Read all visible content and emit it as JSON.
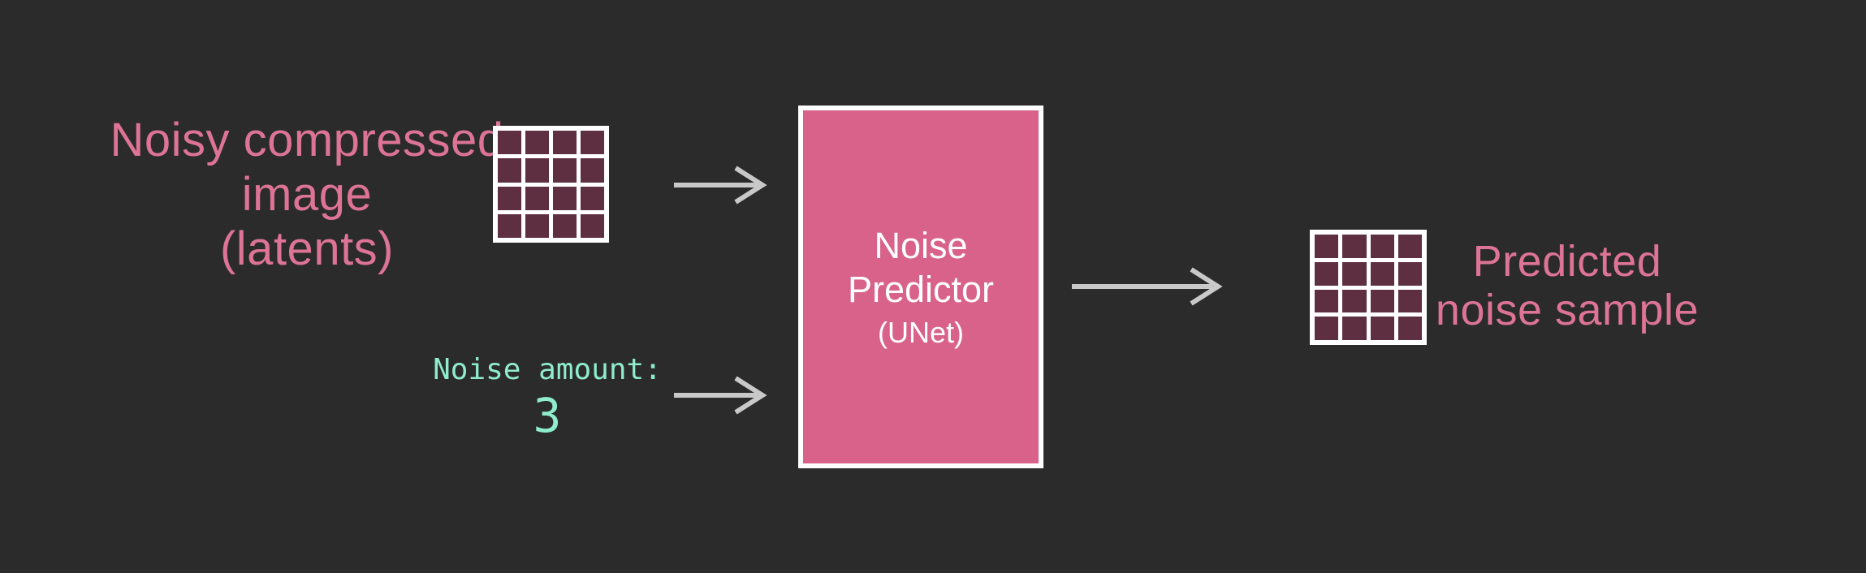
{
  "colors": {
    "bg": "#2b2b2b",
    "panel": "#d9628a",
    "cell": "#5d2f41",
    "grid-line": "#ffffff",
    "label-pink": "#dd7496",
    "mint": "#8feccd",
    "arrow": "#c9c9c9",
    "white": "#ffffff"
  },
  "input_label": {
    "line1": "Noisy compressed",
    "line2": "image",
    "line3": "(latents)"
  },
  "noise_amount": {
    "label": "Noise amount:",
    "value": "3"
  },
  "predictor": {
    "title_line1": "Noise",
    "title_line2": "Predictor",
    "subtitle": "(UNet)"
  },
  "output_label": {
    "line1": "Predicted",
    "line2": "noise sample"
  },
  "grids": {
    "input": {
      "rows": 4,
      "cols": 4,
      "represents": "noisy latents"
    },
    "output": {
      "rows": 4,
      "cols": 4,
      "represents": "predicted noise sample"
    }
  },
  "arrows": [
    {
      "name": "latents-to-predictor"
    },
    {
      "name": "noise-amount-to-predictor"
    },
    {
      "name": "predictor-to-output"
    }
  ]
}
